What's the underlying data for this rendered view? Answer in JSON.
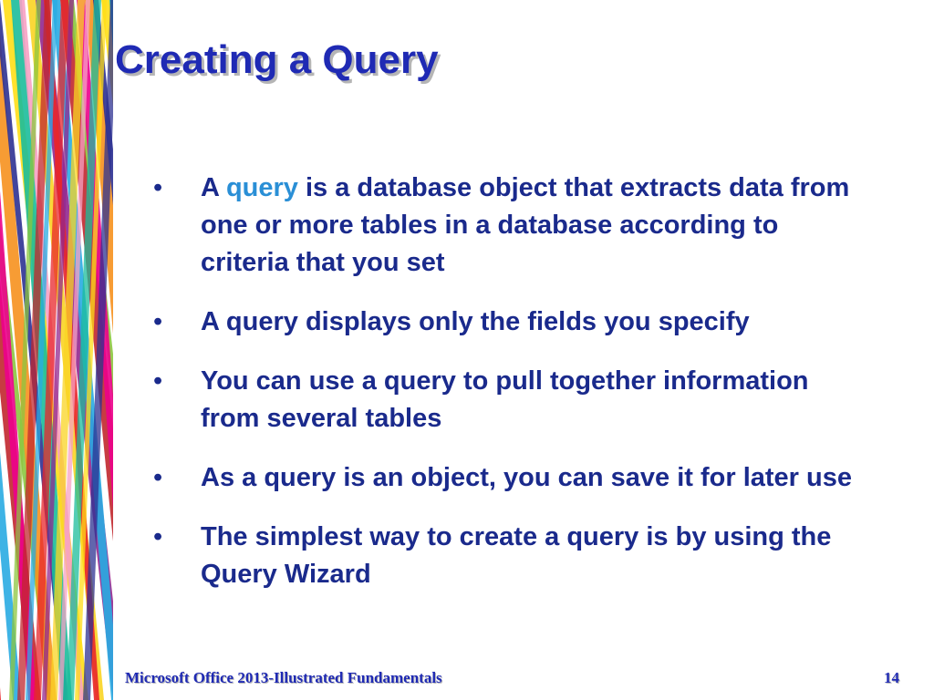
{
  "slide": {
    "title": "Creating a Query",
    "bullet_char": "•",
    "bullets": [
      {
        "pre": "A ",
        "highlight": "query",
        "post": " is a database object that extracts data from one or more tables in a database according to criteria that you set"
      },
      {
        "text": "A query displays only the fields you specify"
      },
      {
        "text": "You can use a query to pull together information from several tables"
      },
      {
        "text": "As a query is an object, you can save it for later use"
      },
      {
        "text": "The simplest way to create a query is by using the Query Wizard"
      }
    ]
  },
  "footer": {
    "left": "Microsoft Office 2013-Illustrated Fundamentals",
    "page_number": "14"
  },
  "colors": {
    "title": "#1f2ab4",
    "body_text": "#1a2a8c",
    "highlight": "#2a8fd6",
    "stripes": [
      "#e8262b",
      "#f6911e",
      "#f9d423",
      "#8cc63f",
      "#1bbc9b",
      "#29abe2",
      "#2e3192",
      "#92278f",
      "#ec008c",
      "#f7a1c4",
      "#c1272d",
      "#ffde17"
    ]
  }
}
